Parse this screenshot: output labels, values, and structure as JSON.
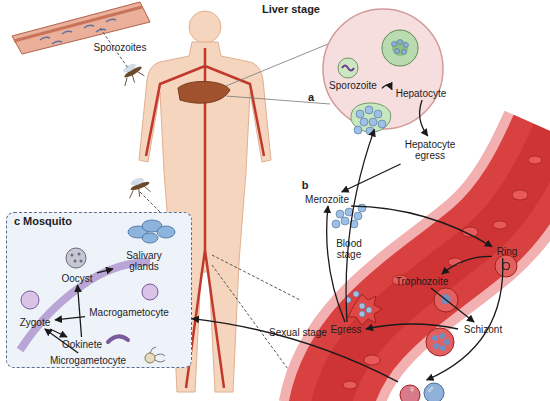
{
  "diagram": {
    "nodes": [
      {
        "text": [
          "Sporozoites"
        ]
      },
      {
        "text": [
          "Liver stage"
        ]
      },
      {
        "text": [
          "Sporozoite"
        ],
        "in": 1
      },
      {
        "text": [
          "Hepatocyte"
        ],
        "in": 1
      },
      {
        "text": [
          "Hepatocyte egress"
        ]
      },
      {
        "text": [
          "Merozoite"
        ]
      },
      {
        "text": [
          "Ring"
        ]
      },
      {
        "text": [
          "Trophozoite"
        ]
      },
      {
        "text": [
          "Schizont"
        ]
      },
      {
        "text": [
          "Egress"
        ]
      },
      {
        "text": [
          "♀",
          "♂"
        ]
      },
      {
        "text": [
          "Mosquito"
        ]
      },
      {
        "text": [
          "Salivary glands"
        ],
        "in": 11
      },
      {
        "text": [
          "Oocyst"
        ],
        "in": 11
      },
      {
        "text": [
          "Macrogametocyte"
        ],
        "in": 11
      },
      {
        "text": [
          "Zygote"
        ],
        "in": 11
      },
      {
        "text": [
          "Ookinete"
        ],
        "in": 11
      },
      {
        "text": [
          "Microgametocyte"
        ],
        "in": 11
      }
    ],
    "edges": [
      {
        "from": 2,
        "to": 3,
        "arrow": "to"
      },
      {
        "from": 3,
        "to": 4,
        "arrow": "to"
      },
      {
        "from": 4,
        "to": 5,
        "arrow": "to"
      },
      {
        "from": 5,
        "to": 6,
        "arrow": "to"
      },
      {
        "from": 6,
        "to": 7,
        "arrow": "to"
      },
      {
        "from": 7,
        "to": 8,
        "arrow": "to"
      },
      {
        "from": 8,
        "to": 9,
        "arrow": "to"
      },
      {
        "from": 9,
        "to": 5,
        "arrow": "to"
      },
      {
        "from": 9,
        "to": 1,
        "arrow": "to"
      },
      {
        "from": 6,
        "to": 10,
        "arrow": "to"
      },
      {
        "from": 10,
        "to": 11,
        "label": "Sexual stage",
        "arrow": "to"
      },
      {
        "from": 17,
        "to": 15,
        "arrow": "to"
      },
      {
        "from": 14,
        "to": 15,
        "arrow": "to"
      },
      {
        "from": 15,
        "to": 16,
        "arrow": "to"
      },
      {
        "from": 16,
        "to": 13,
        "arrow": "to"
      },
      {
        "from": 13,
        "to": 12,
        "arrow": "to"
      }
    ],
    "labels": [
      "a",
      "b",
      "c",
      "Blood stage"
    ]
  }
}
